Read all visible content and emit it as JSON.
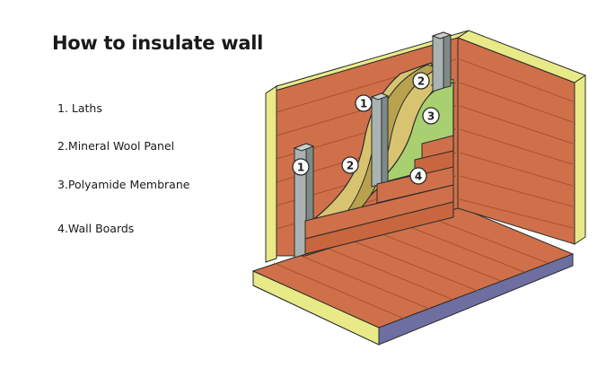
{
  "title": "How to insulate wall",
  "legend": [
    {
      "number": 1,
      "text": "1. Laths"
    },
    {
      "number": 2,
      "text": "2.Mineral Wool Panel"
    },
    {
      "number": 3,
      "text": "3.Polyamide Membrane"
    },
    {
      "number": 4,
      "text": "4.Wall Boards"
    }
  ],
  "markers": [
    "1",
    "2",
    "1",
    "2",
    "3",
    "4"
  ],
  "colors": {
    "wood": "#d0704a",
    "wood_dark": "#b85a38",
    "wood_line": "#8c3f22",
    "wall_edge": "#e8ea88",
    "wool": "#d8c470",
    "wool_dark": "#b8a24e",
    "membrane": "#a8d070",
    "lath": "#a9b3b1",
    "base": "#6e6fa0",
    "outline": "#2b2b2b"
  }
}
